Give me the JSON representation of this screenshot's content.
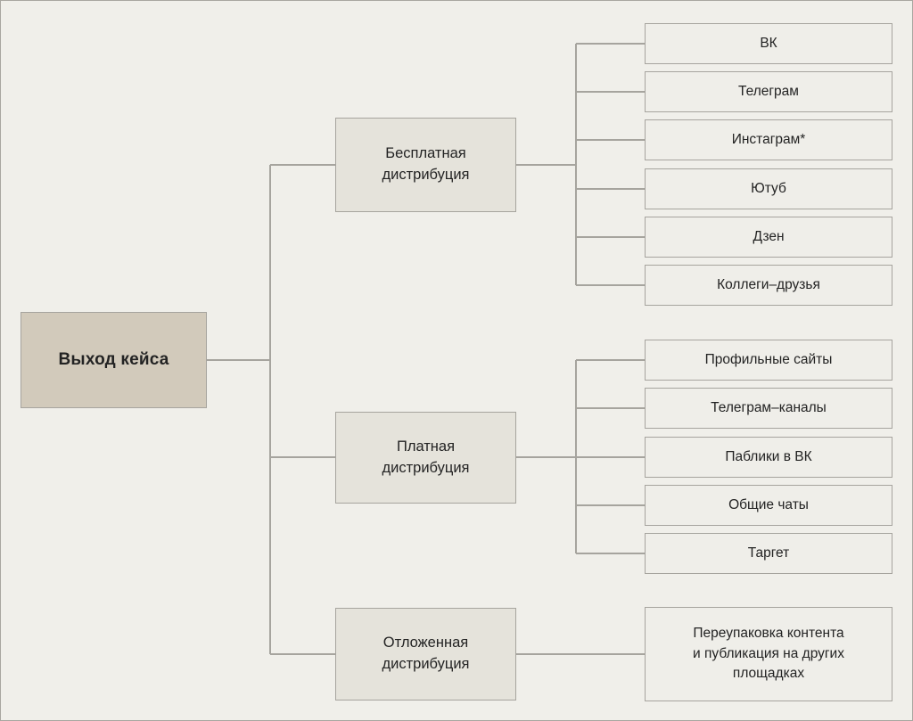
{
  "diagram": {
    "type": "tree-diagram",
    "title_node": "Выход кейса",
    "colors": {
      "background": "#f0efea",
      "root_fill": "#d2cabb",
      "branch_fill": "#e5e3db",
      "leaf_fill": "#efeee9",
      "border": "#a6a49e",
      "text": "#232323"
    },
    "root": {
      "label": "Выход кейса"
    },
    "branches": [
      {
        "id": "free",
        "label": "Бесплатная\nдистрибуция",
        "children": [
          {
            "label": "ВК"
          },
          {
            "label": "Телеграм"
          },
          {
            "label": "Инстаграм*"
          },
          {
            "label": "Ютуб"
          },
          {
            "label": "Дзен"
          },
          {
            "label": "Коллеги–друзья"
          }
        ]
      },
      {
        "id": "paid",
        "label": "Платная\nдистрибуция",
        "children": [
          {
            "label": "Профильные сайты"
          },
          {
            "label": "Телеграм–каналы"
          },
          {
            "label": "Паблики в ВК"
          },
          {
            "label": "Общие чаты"
          },
          {
            "label": "Таргет"
          }
        ]
      },
      {
        "id": "deferred",
        "label": "Отложенная\nдистрибуция",
        "children": [
          {
            "label": "Переупаковка контента\nи публикация на других\nплощадках"
          }
        ]
      }
    ]
  }
}
